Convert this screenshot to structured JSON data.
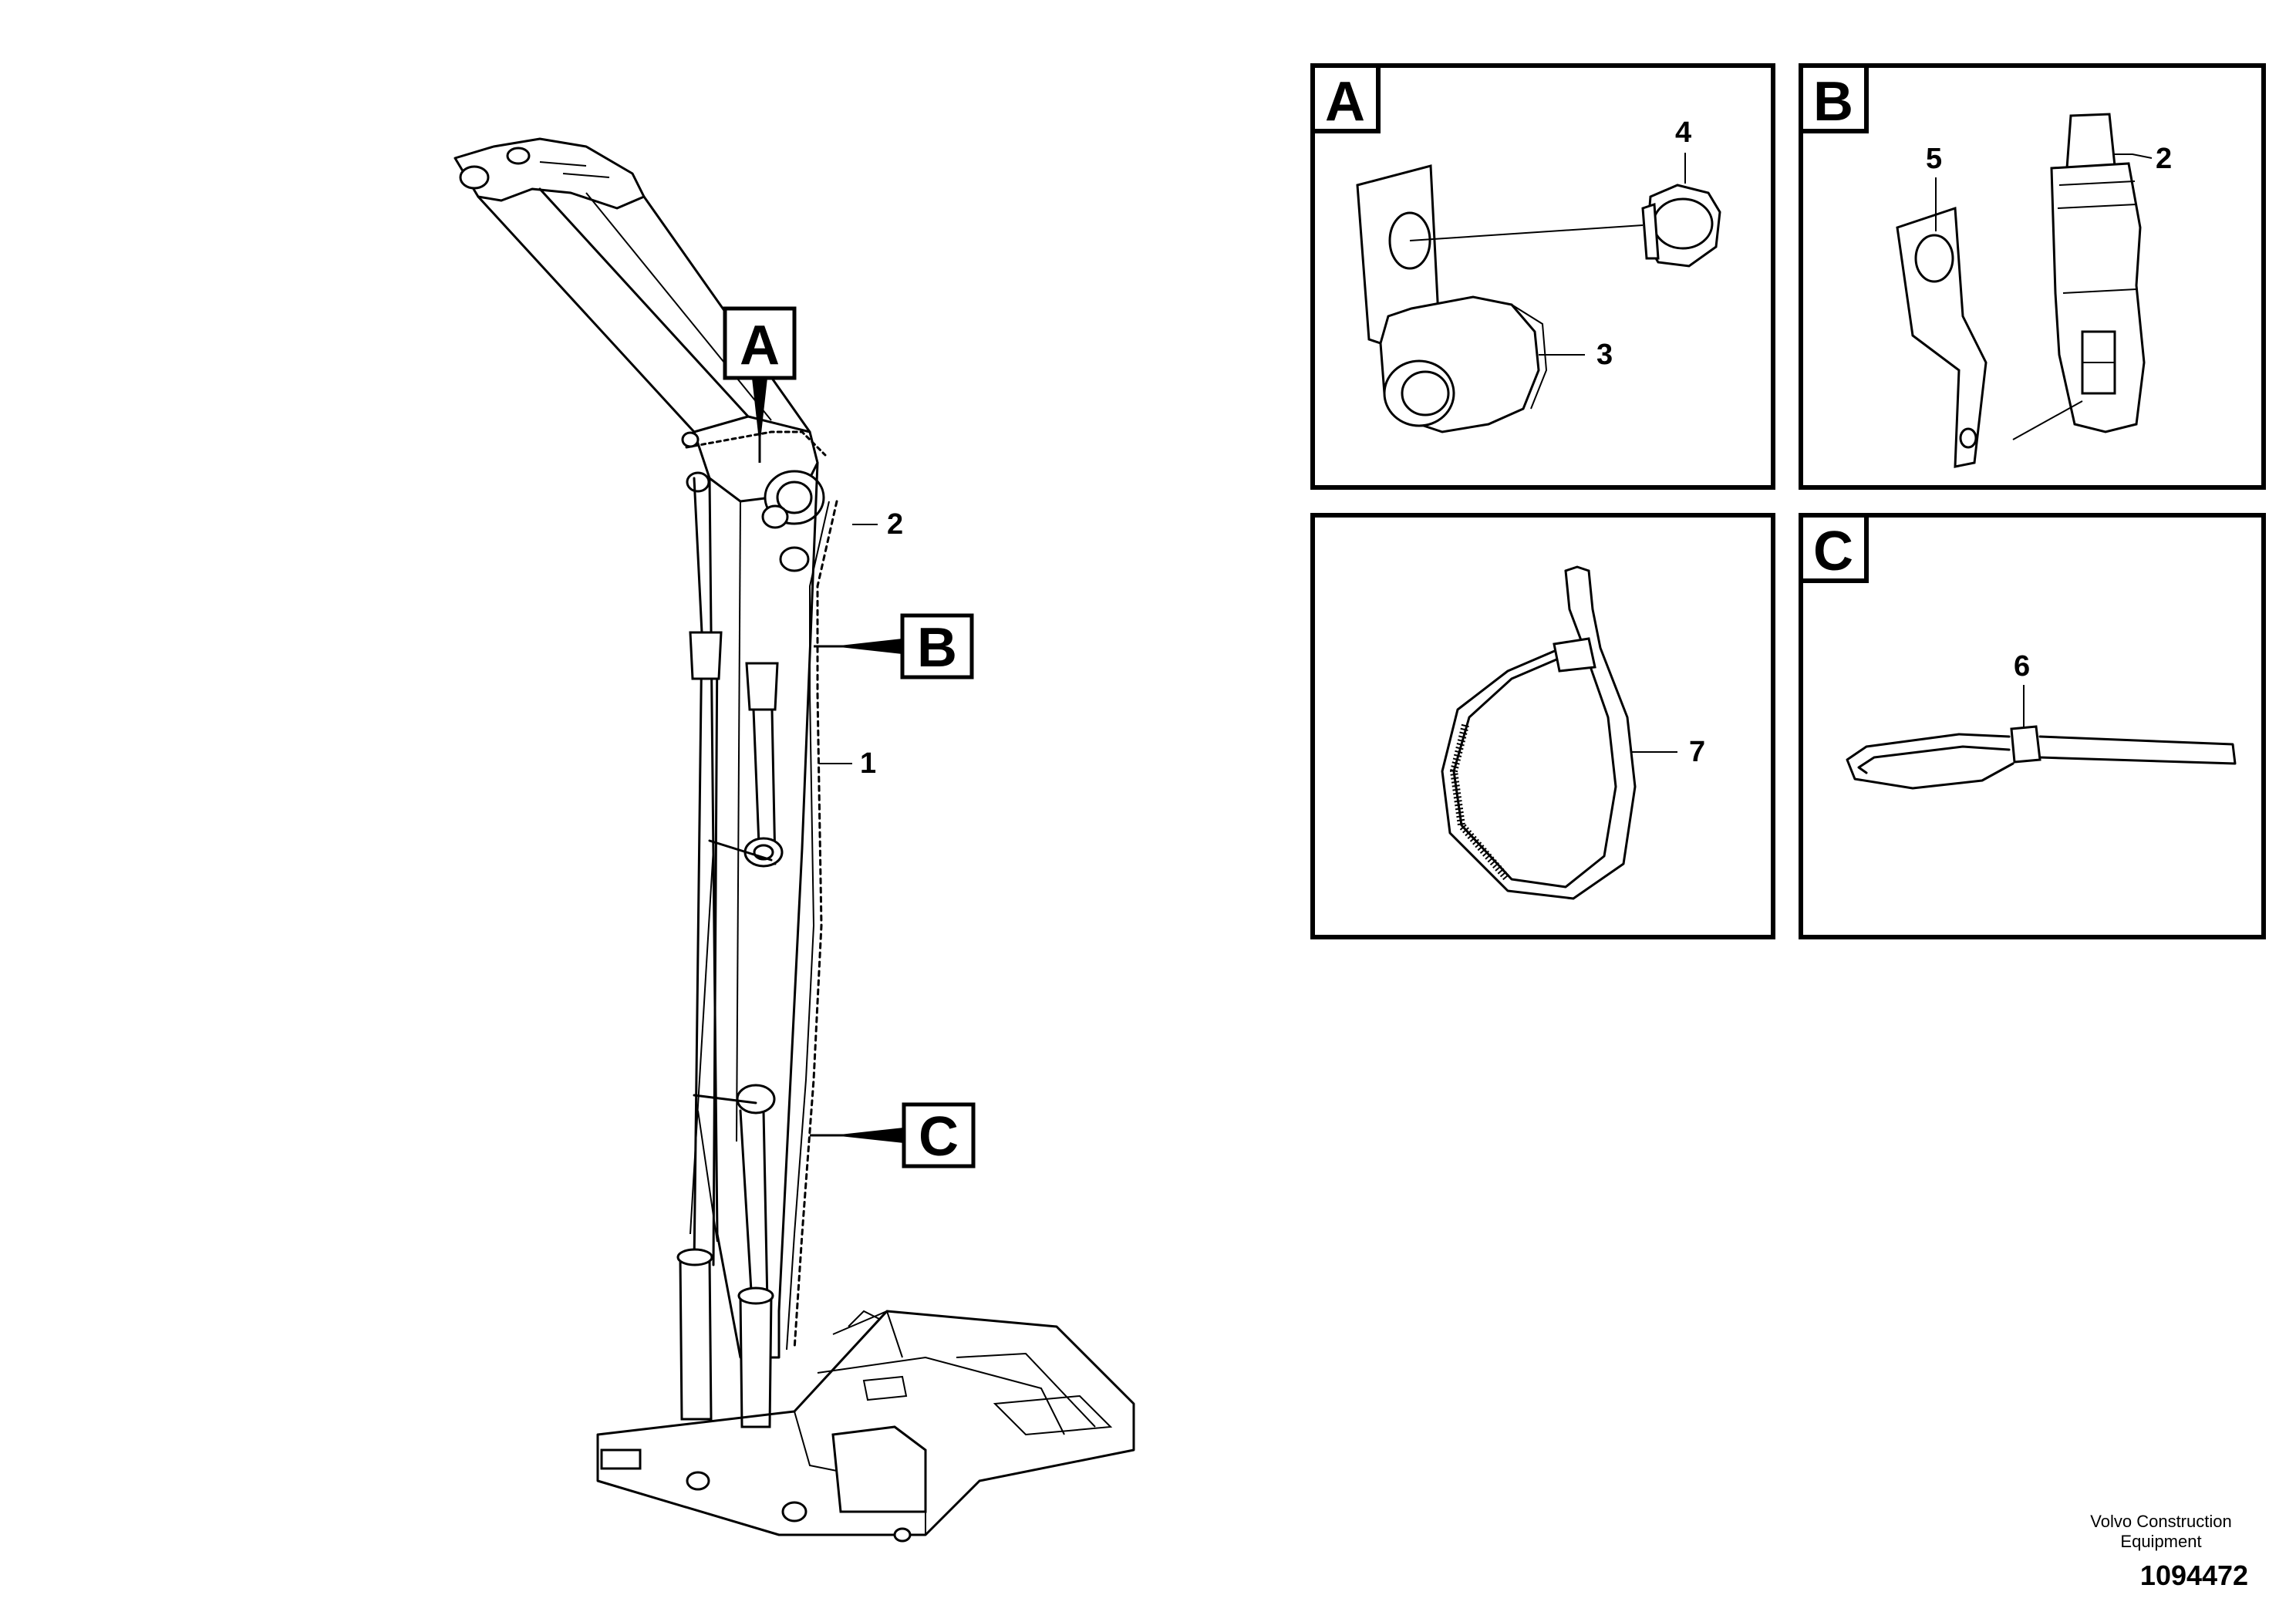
{
  "views": {
    "A": "A",
    "B": "B",
    "C": "C"
  },
  "callouts": {
    "p1": "1",
    "p2_main": "2",
    "p2_detail": "2",
    "p3": "3",
    "p4": "4",
    "p5": "5",
    "p6": "6",
    "p7": "7"
  },
  "footer": {
    "company_line1": "Volvo Construction",
    "company_line2": "Equipment",
    "figure_number": "1094472"
  }
}
